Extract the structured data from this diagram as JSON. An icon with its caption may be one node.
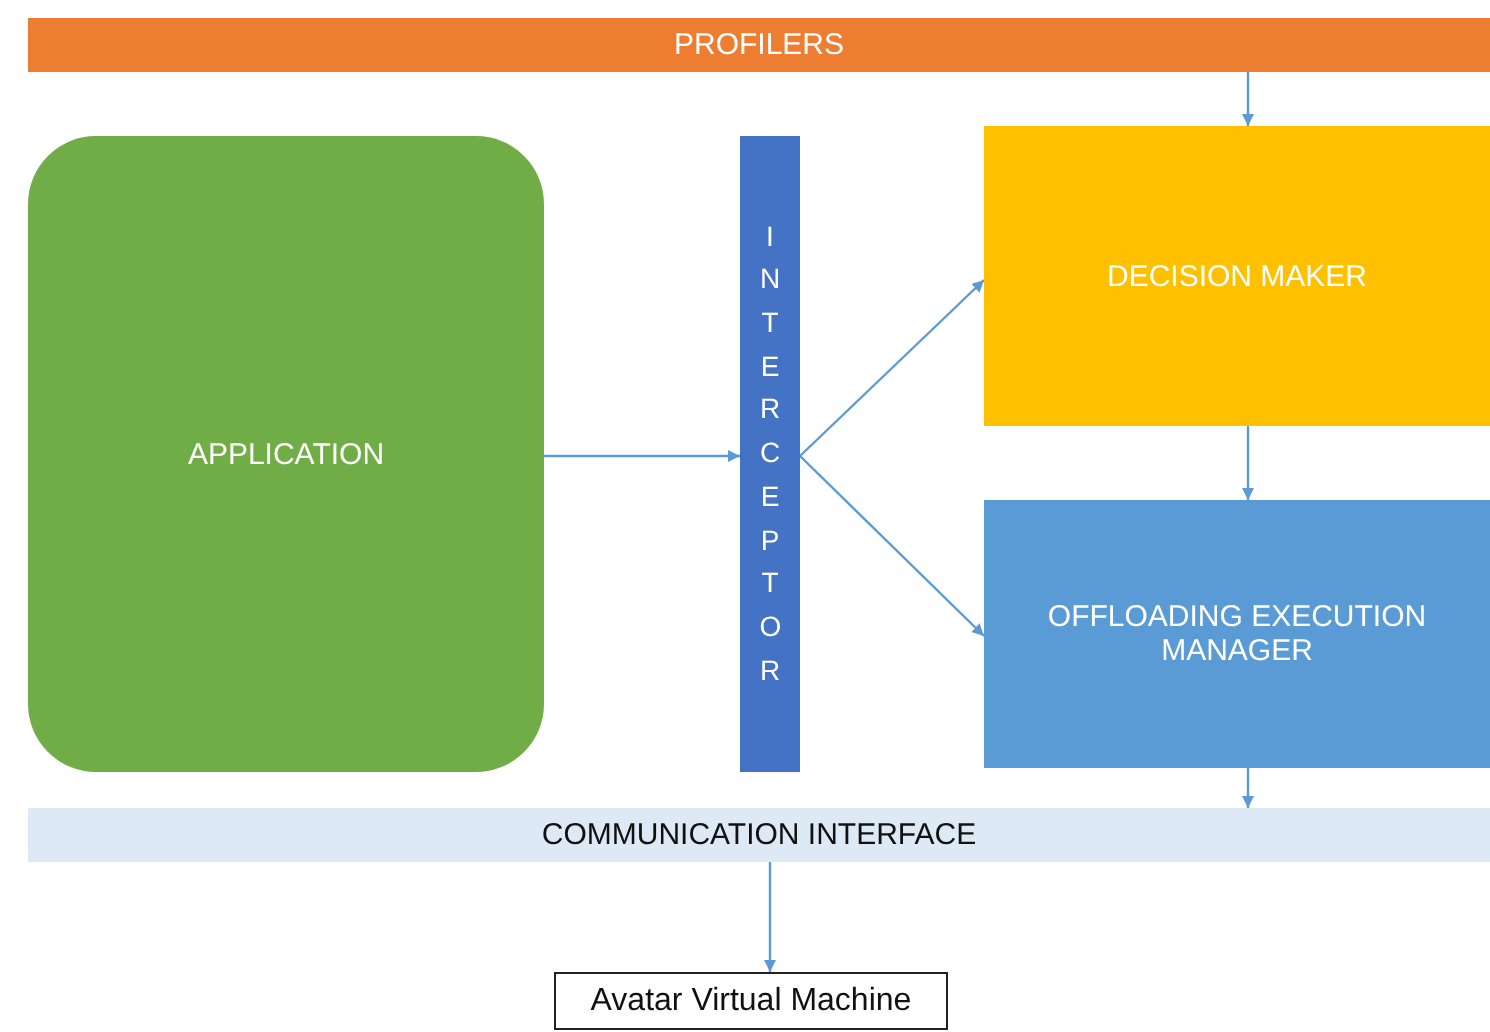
{
  "diagram": {
    "nodes": [
      {
        "text": [
          "PROFILERS"
        ]
      },
      {
        "text": [
          "APPLICATION"
        ]
      },
      {
        "text": [
          "INTERCEPTOR"
        ]
      },
      {
        "text": [
          "DECISION MAKER"
        ]
      },
      {
        "text": [
          "OFFLOADING EXECUTION MANAGER"
        ]
      },
      {
        "text": [
          "COMMUNICATION INTERFACE"
        ]
      },
      {
        "text": [
          "Avatar Virtual Machine"
        ]
      }
    ],
    "edges": [
      {
        "from": 0,
        "to": 3,
        "arrow": "to"
      },
      {
        "from": 1,
        "to": 2,
        "arrow": "to"
      },
      {
        "from": 2,
        "to": 3,
        "arrow": "to"
      },
      {
        "from": 2,
        "to": 4,
        "arrow": "to"
      },
      {
        "from": 3,
        "to": 4,
        "arrow": "to"
      },
      {
        "from": 4,
        "to": 5,
        "arrow": "to"
      },
      {
        "from": 5,
        "to": 6,
        "arrow": "to"
      }
    ]
  }
}
